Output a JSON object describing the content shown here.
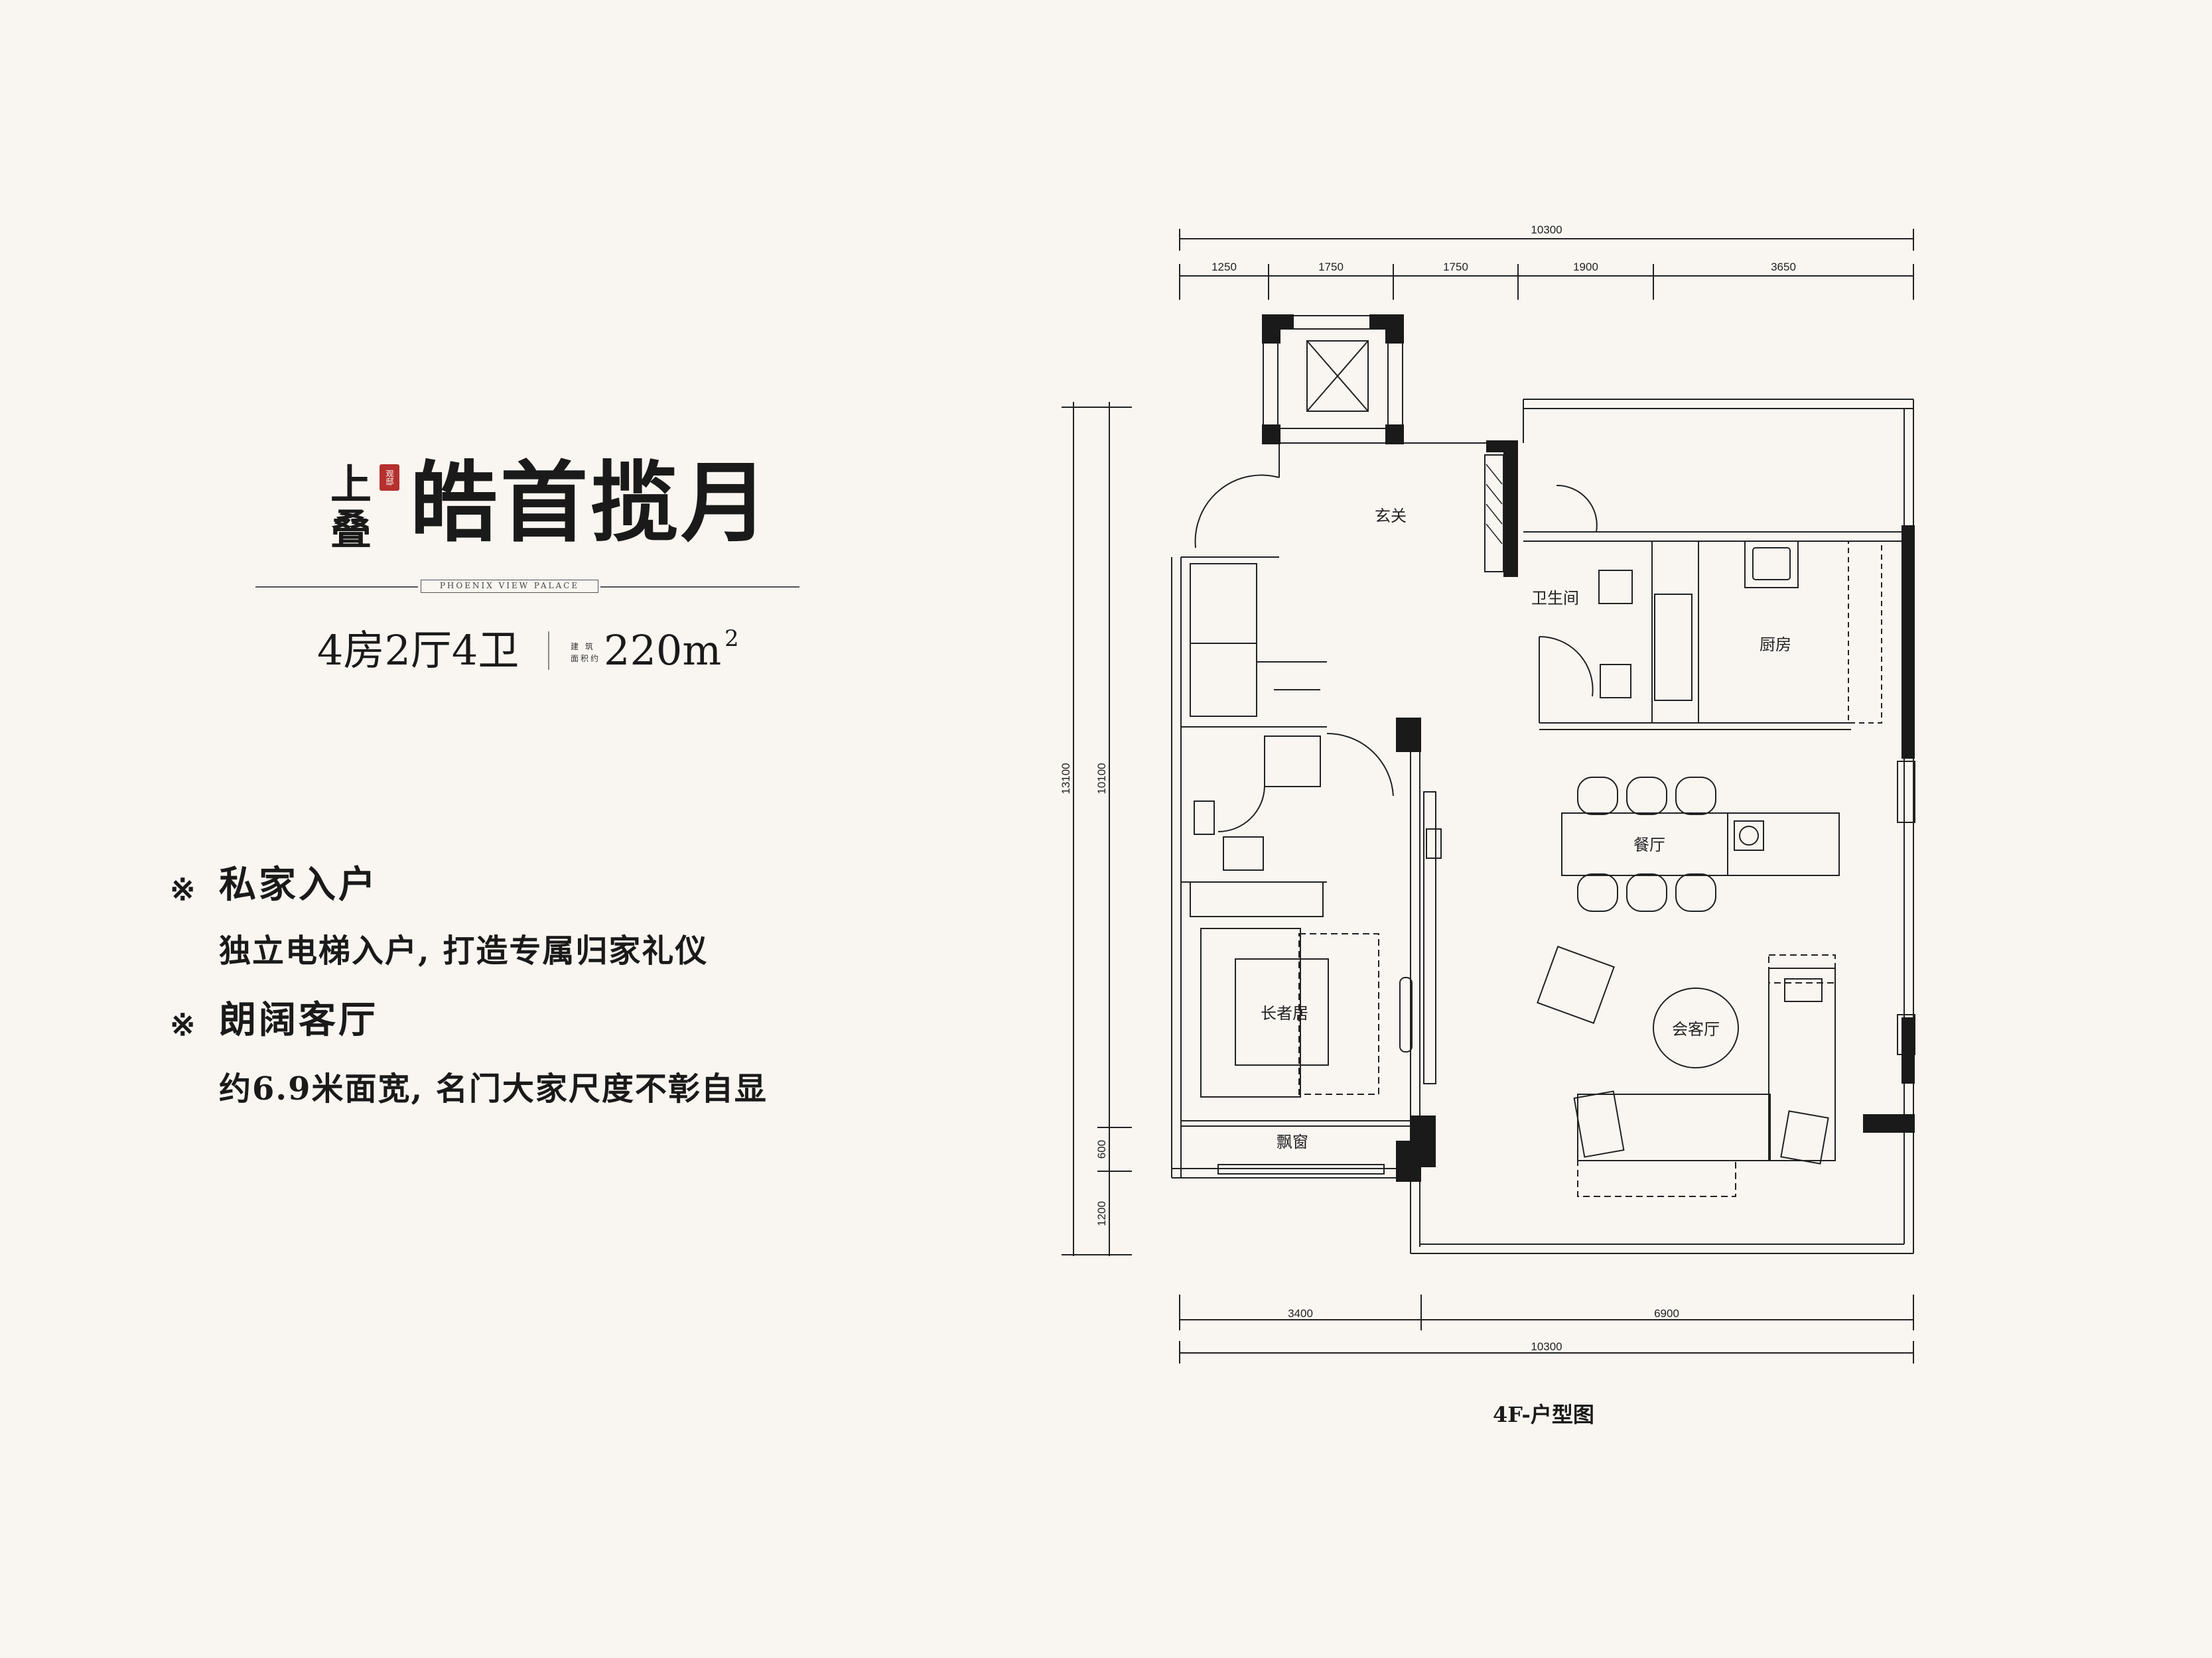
{
  "brand": {
    "small_top": "上",
    "small_bottom": "叠",
    "seal_text": "观邸",
    "title": "皓首揽月",
    "subtitle": "PHOENIX VIEW PALACE"
  },
  "layout": {
    "rooms": "4房2厅4卫",
    "area_label_1": "建 筑",
    "area_label_2": "面积约",
    "area_value": "220m",
    "area_unit_sup": "2"
  },
  "features": [
    {
      "mark": "※",
      "title": "私家入户",
      "desc": "独立电梯入户, 打造专属归家礼仪"
    },
    {
      "mark": "※",
      "title": "朗阔客厅",
      "desc": "约6.9米面宽, 名门大家尺度不彰自显"
    }
  ],
  "plan": {
    "caption": "4F-户型图",
    "dims_top_total": "10300",
    "dims_top_segments": [
      "1250",
      "1750",
      "1750",
      "1900",
      "3650"
    ],
    "dims_bottom_segments": [
      "3400",
      "6900"
    ],
    "dims_bottom_total": "10300",
    "dims_left_outer": "13100",
    "dims_left_inner": "10100",
    "dims_left_600": "600",
    "dims_left_1200": "1200",
    "dims_right_inner": "10100",
    "dims_right_outer": "13100",
    "dims_right_600": "600",
    "dims_right_1200": "1200",
    "rooms": {
      "entry": "玄关",
      "bath": "卫生间",
      "kitchen": "厨房",
      "dining": "餐厅",
      "living": "会客厅",
      "elder": "长者居",
      "bay": "飘窗"
    }
  },
  "colors": {
    "background": "#f9f6f1",
    "wall": "#1a1a1a",
    "seal": "#b5312f"
  }
}
